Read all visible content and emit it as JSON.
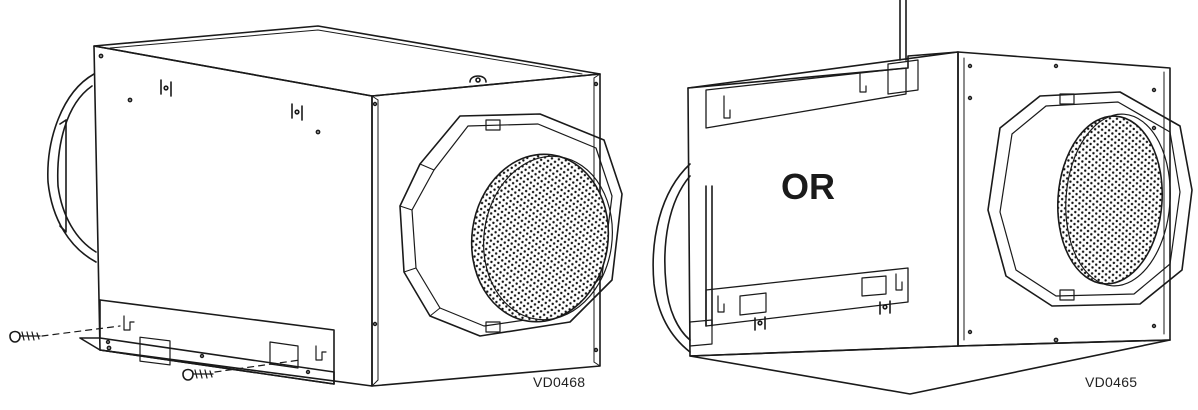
{
  "figure": {
    "separator_text": "OR",
    "left_view": {
      "code": "VD0468",
      "bracket_marks": [
        "|o|",
        "|o|"
      ]
    },
    "right_view": {
      "code": "VD0465",
      "bracket_marks": [
        "|o|",
        "|o|"
      ]
    },
    "icons": [
      "screw-icon",
      "mesh-grille-icon",
      "duct-collar-icon",
      "mounting-bracket-icon",
      "hanger-rod-icon"
    ]
  }
}
